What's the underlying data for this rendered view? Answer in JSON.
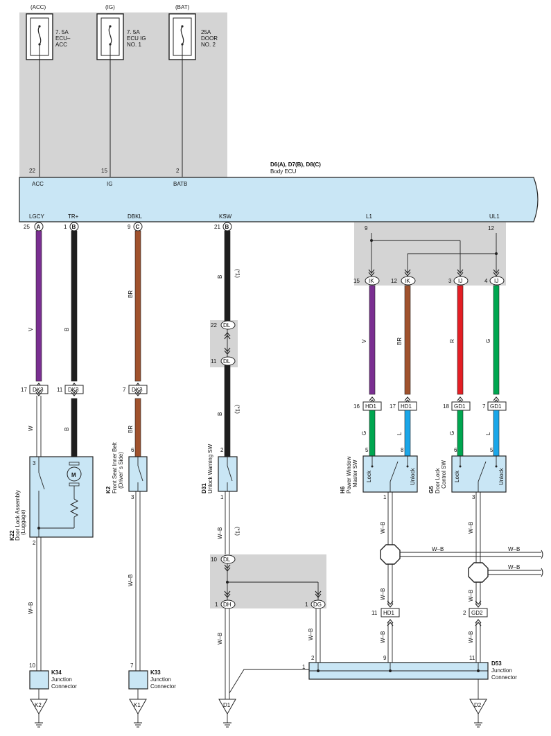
{
  "ecu": {
    "title": "D6(A), D7(B), D8(C)",
    "name": "Body ECU",
    "pins_top": [
      {
        "num": "22",
        "label": "ACC"
      },
      {
        "num": "15",
        "label": "IG"
      },
      {
        "num": "2",
        "label": "BATB"
      }
    ],
    "pins_bottom": [
      {
        "num": "25",
        "conn": "A",
        "label": "LGCY"
      },
      {
        "num": "1",
        "conn": "B",
        "label": "TR+"
      },
      {
        "num": "9",
        "conn": "C",
        "label": "DBKL"
      },
      {
        "num": "21",
        "conn": "B",
        "label": "KSW"
      },
      {
        "num": "9",
        "label": "L1"
      },
      {
        "num": "12",
        "label": "UL1"
      }
    ]
  },
  "fuses": [
    {
      "source": "(ACC)",
      "rating": "7. 5A",
      "name1": "ECU–",
      "name2": "ACC"
    },
    {
      "source": "(IG)",
      "rating": "7. 5A",
      "name1": "ECU IG",
      "name2": "NO. 1"
    },
    {
      "source": "(BAT)",
      "rating": "25A",
      "name1": "DOOR",
      "name2": "NO. 2"
    }
  ],
  "wire_colors": {
    "violet": "#7a2f91",
    "black": "#1e1e1e",
    "brown": "#a0522d",
    "red": "#e31e24",
    "green": "#00a650",
    "blue": "#1aa6e8",
    "wb": "#ffffff",
    "panel_shade": "#d4d4d4",
    "component_fill": "#c9e6f5"
  },
  "wire_labels": {
    "v": "V",
    "b": "B",
    "br": "BR",
    "w": "W",
    "wb": "W–B",
    "r": "R",
    "g": "G",
    "l": "L",
    "star1": "(*1)"
  },
  "connectors": {
    "dk3_17": {
      "pin": "17",
      "name": "DK3"
    },
    "dk3_11": {
      "pin": "11",
      "name": "DK3"
    },
    "dk3_7": {
      "pin": "7",
      "name": "DK3"
    },
    "dl_22": {
      "pin": "22",
      "name": "DL"
    },
    "dl_11": {
      "pin": "11",
      "name": "DL"
    },
    "dl_10": {
      "pin": "10",
      "name": "DL"
    },
    "dh_1": {
      "pin": "1",
      "name": "DH"
    },
    "dg_1": {
      "pin": "1",
      "name": "DG"
    },
    "ik_15": {
      "pin": "15",
      "name": "IK"
    },
    "ik_12": {
      "pin": "12",
      "name": "IK"
    },
    "ij_3": {
      "pin": "3",
      "name": "IJ"
    },
    "ij_4": {
      "pin": "4",
      "name": "IJ"
    },
    "hd1_16": {
      "pin": "16",
      "name": "HD1"
    },
    "hd1_17": {
      "pin": "17",
      "name": "HD1"
    },
    "gd1_18": {
      "pin": "18",
      "name": "GD1"
    },
    "gd1_7": {
      "pin": "7",
      "name": "GD1"
    },
    "hd1_11": {
      "pin": "11",
      "name": "HD1"
    },
    "gd2_2": {
      "pin": "2",
      "name": "GD2"
    }
  },
  "components": {
    "k22": {
      "code": "K22",
      "name1": "Door Lock Assembly",
      "name2": "(Luggage)",
      "pin_top": "3",
      "pin_bottom": "2",
      "motor": "M"
    },
    "k2": {
      "code": "K2",
      "name1": "Front Seat Inner Belt",
      "name2": "(Driver’ s Side)",
      "pin_top": "6",
      "pin_bottom": "3"
    },
    "d31": {
      "code": "D31",
      "name1": "Unlock Warning SW",
      "pin_top": "2",
      "pin_bottom": "1"
    },
    "h6": {
      "code": "H6",
      "name1": "Power Window",
      "name2": "Master SW",
      "pin_left": "5",
      "pin_right": "8",
      "pin_bottom": "1",
      "lock": "Lock",
      "unlock": "Unlock"
    },
    "g5": {
      "code": "G5",
      "name1": "Door Lock",
      "name2": "Control SW",
      "pin_left": "6",
      "pin_right": "5",
      "pin_bottom": "3",
      "lock": "Lock",
      "unlock": "Unlock"
    }
  },
  "junctions": {
    "k34": {
      "code": "K34",
      "name1": "Junction",
      "name2": "Connector",
      "pin": "10"
    },
    "k33": {
      "code": "K33",
      "name1": "Junction",
      "name2": "Connector",
      "pin": "7"
    },
    "d53": {
      "code": "D53",
      "name1": "Junction",
      "name2": "Connector",
      "pin1": "1",
      "pin2": "2",
      "pin9": "9",
      "pin11": "11"
    }
  },
  "grounds": [
    "K2",
    "K1",
    "D1",
    "D2"
  ]
}
